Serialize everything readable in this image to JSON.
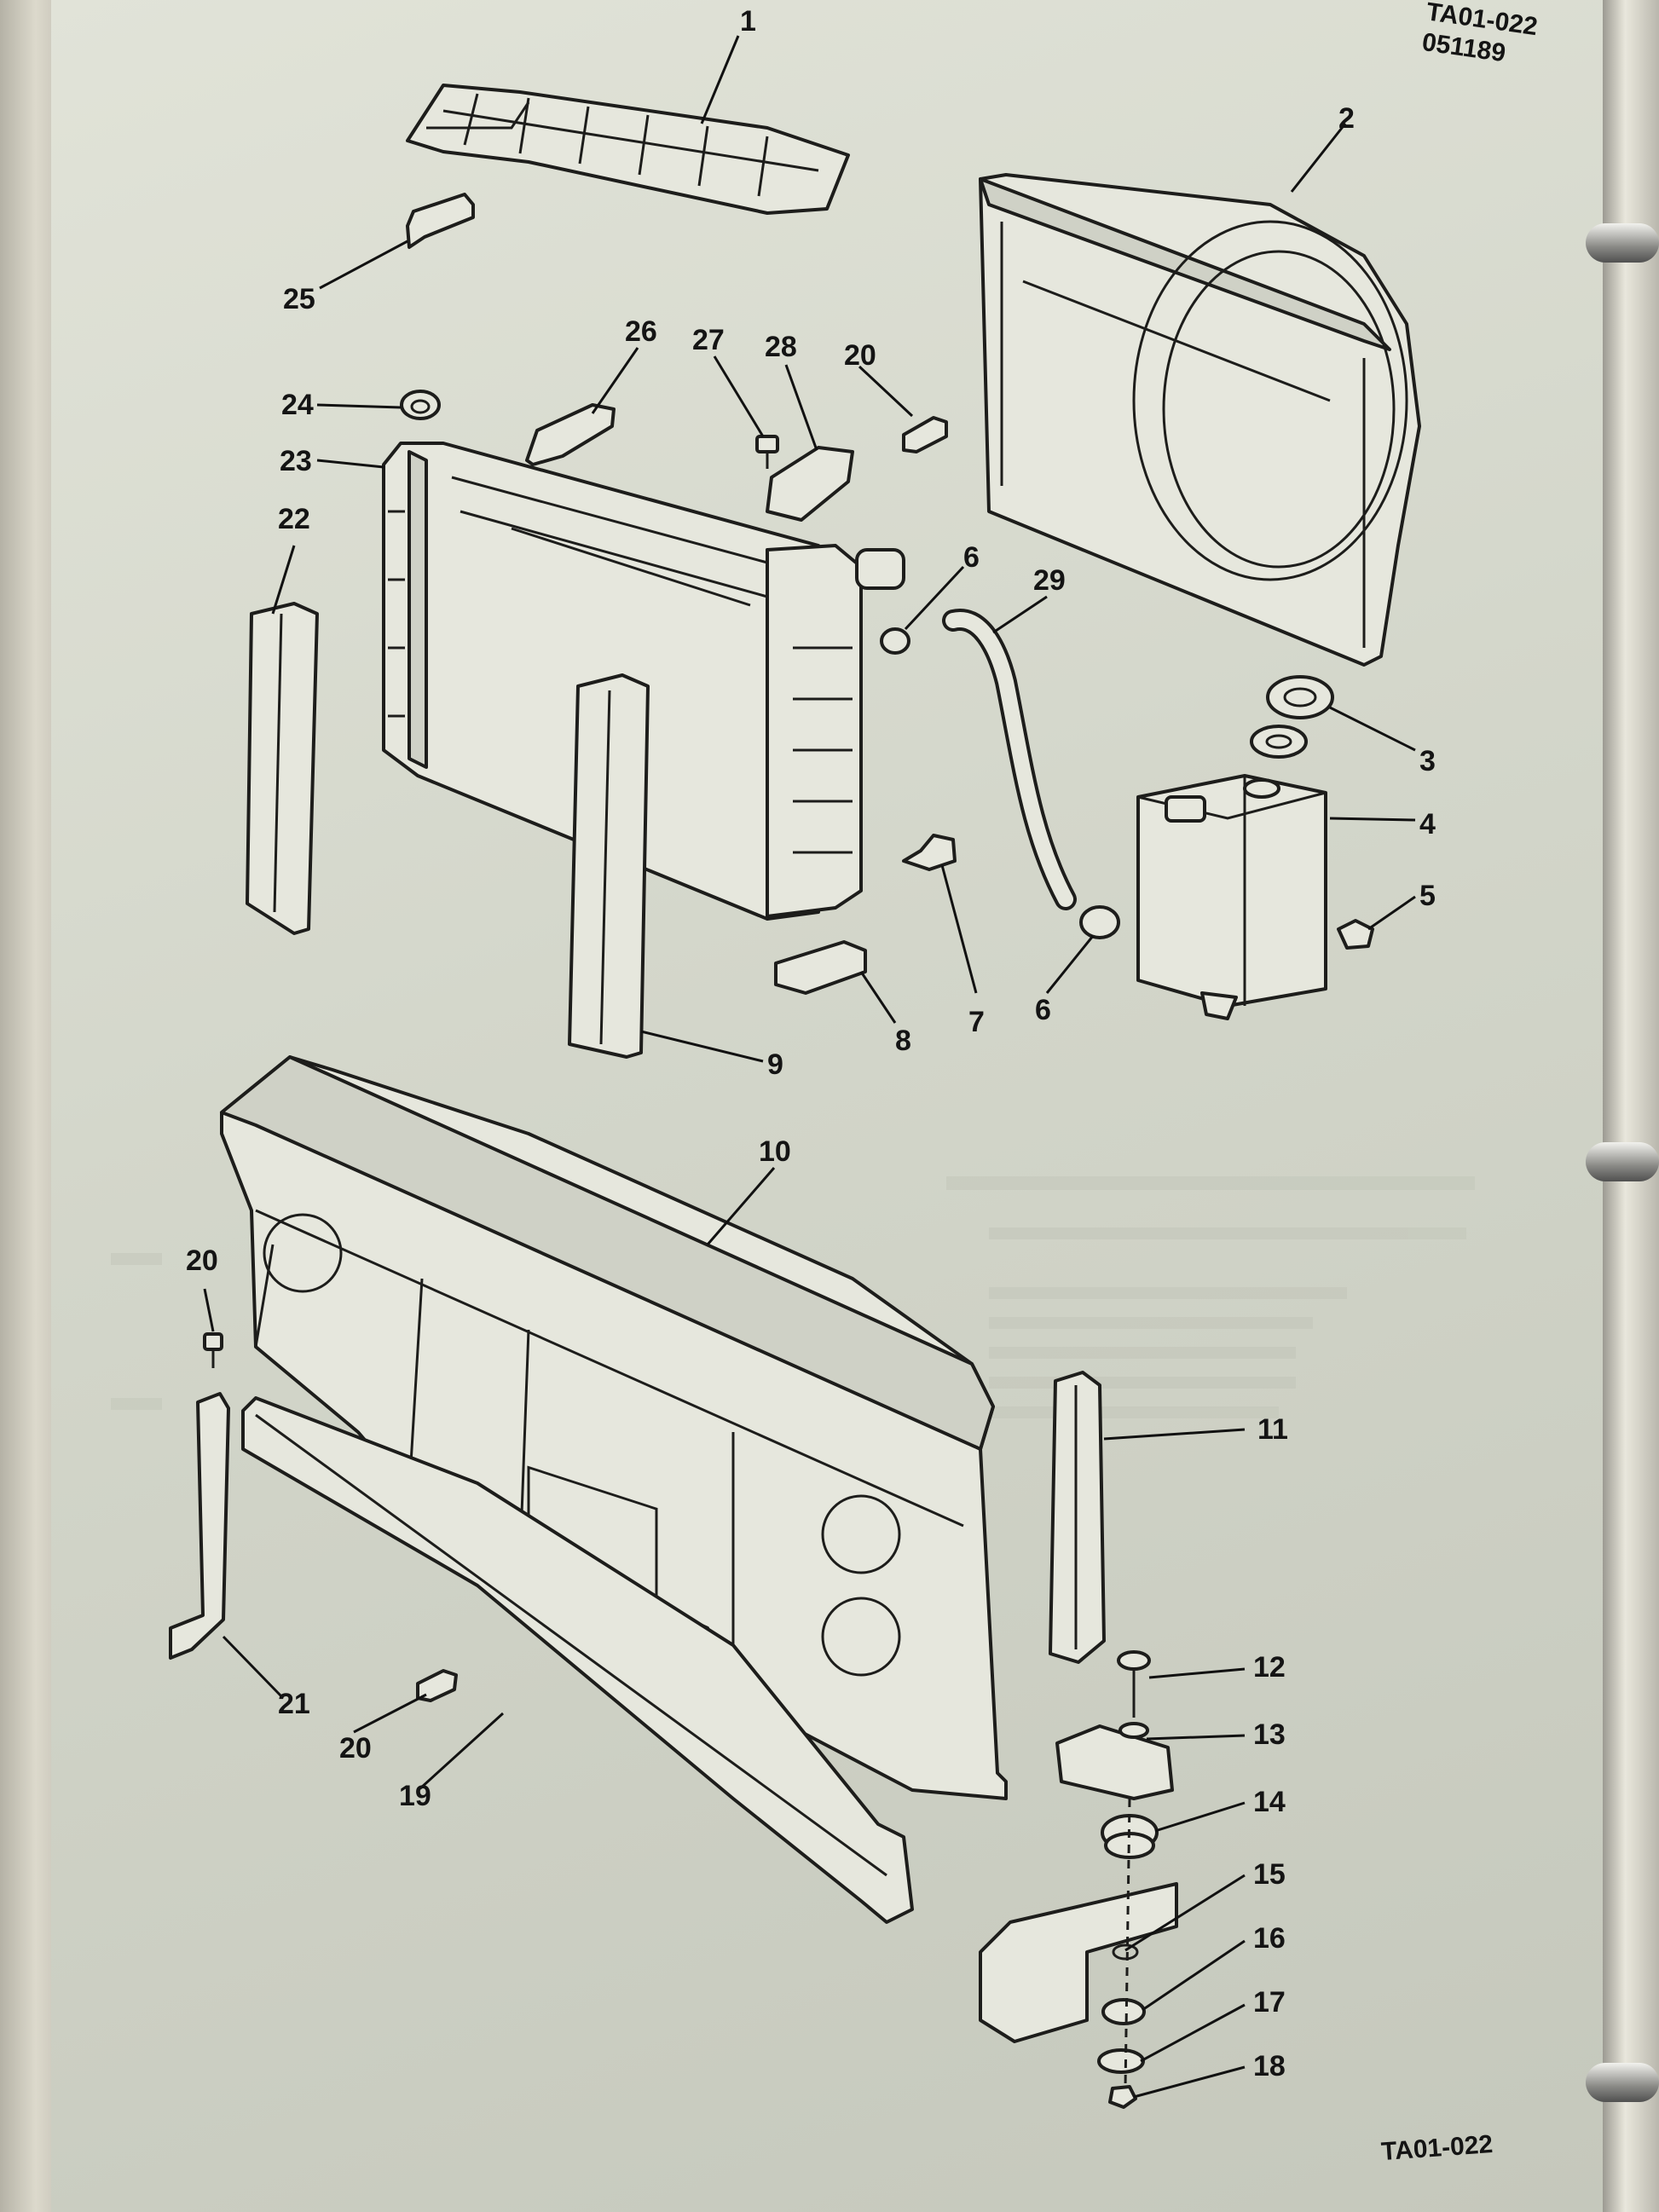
{
  "figure": {
    "top_id": "TA01-022",
    "top_code": "051189",
    "bottom_id": "TA01-022"
  },
  "callouts": [
    "1",
    "2",
    "3",
    "4",
    "5",
    "6",
    "6",
    "7",
    "8",
    "9",
    "10",
    "11",
    "12",
    "13",
    "14",
    "15",
    "16",
    "17",
    "18",
    "19",
    "20",
    "20",
    "20",
    "21",
    "22",
    "23",
    "24",
    "25",
    "26",
    "27",
    "28",
    "29"
  ],
  "parts": [
    {
      "item": "1",
      "shape": "upper-baffle"
    },
    {
      "item": "2",
      "shape": "fan-shroud"
    },
    {
      "item": "3",
      "shape": "grommet"
    },
    {
      "item": "4",
      "shape": "coolant-reservoir"
    },
    {
      "item": "5",
      "shape": "cap"
    },
    {
      "item": "6",
      "shape": "hose-clamp"
    },
    {
      "item": "7",
      "shape": "drain-cock"
    },
    {
      "item": "8",
      "shape": "bracket"
    },
    {
      "item": "9",
      "shape": "side-seal"
    },
    {
      "item": "10",
      "shape": "radiator-support"
    },
    {
      "item": "11",
      "shape": "side-baffle"
    },
    {
      "item": "12",
      "shape": "bolt"
    },
    {
      "item": "13",
      "shape": "washer"
    },
    {
      "item": "14",
      "shape": "insulator"
    },
    {
      "item": "15",
      "shape": "support-bracket"
    },
    {
      "item": "16",
      "shape": "insulator"
    },
    {
      "item": "17",
      "shape": "washer"
    },
    {
      "item": "18",
      "shape": "nut"
    },
    {
      "item": "19",
      "shape": "lower-baffle"
    },
    {
      "item": "20",
      "shape": "screw"
    },
    {
      "item": "21",
      "shape": "brace"
    },
    {
      "item": "22",
      "shape": "side-seal"
    },
    {
      "item": "23",
      "shape": "radiator"
    },
    {
      "item": "24",
      "shape": "insulator"
    },
    {
      "item": "25",
      "shape": "clip"
    },
    {
      "item": "26",
      "shape": "clamp"
    },
    {
      "item": "27",
      "shape": "screw"
    },
    {
      "item": "28",
      "shape": "clamp"
    },
    {
      "item": "29",
      "shape": "overflow-hose"
    }
  ]
}
